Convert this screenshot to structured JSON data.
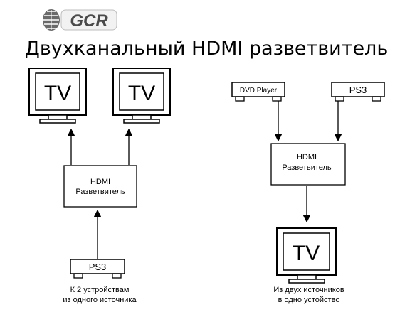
{
  "brand": {
    "logo_text": "GCR"
  },
  "title": "Двухканальный HDMI разветвитель",
  "left_diagram": {
    "tv_left_label": "TV",
    "tv_right_label": "TV",
    "splitter_line1": "HDMI",
    "splitter_line2": "Разветвитель",
    "source_label": "PS3",
    "caption_line1": "К 2 устройствам",
    "caption_line2": "из одного источника"
  },
  "right_diagram": {
    "source_left_label": "DVD Player",
    "source_right_label": "PS3",
    "splitter_line1": "HDMI",
    "splitter_line2": "Разветвитель",
    "tv_label": "TV",
    "caption_line1": "Из двух источников",
    "caption_line2": "в одно устойство"
  },
  "colors": {
    "ink": "#000000",
    "logo_gray": "#8a8a8a",
    "logo_dark": "#4a4a4a"
  }
}
